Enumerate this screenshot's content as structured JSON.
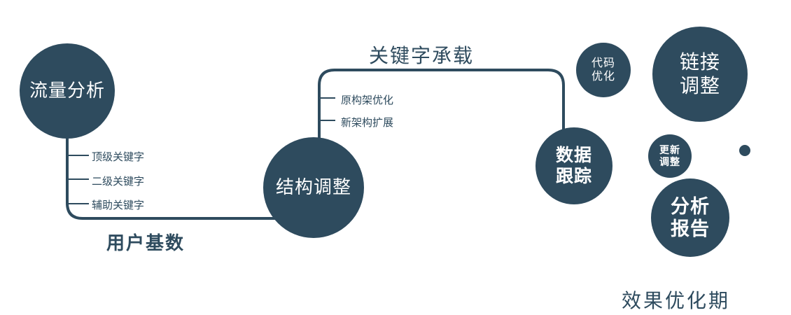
{
  "diagram": {
    "colors": {
      "primary": "#2e4b5e",
      "circle_text": "#ffffff"
    },
    "nodes": {
      "traffic_analysis": {
        "label": "流量分析"
      },
      "structure_adjustment": {
        "label": "结构调整"
      },
      "data_tracking": {
        "line1": "数据",
        "line2": "跟踪"
      },
      "code_optimization": {
        "line1": "代码",
        "line2": "优化"
      },
      "link_adjustment": {
        "line1": "链接",
        "line2": "调整"
      },
      "update_adjustment": {
        "line1": "更新",
        "line2": "调整"
      },
      "analysis_report": {
        "line1": "分析",
        "line2": "报告"
      }
    },
    "edge_labels": {
      "keyword_carrying": "关键字承载",
      "user_base": "用户基数"
    },
    "branches": {
      "traffic": [
        "顶级关键字",
        "二级关键字",
        "辅助关键字"
      ],
      "structure": [
        "原构架优化",
        "新架构扩展"
      ]
    },
    "footer": "效果优化期"
  }
}
